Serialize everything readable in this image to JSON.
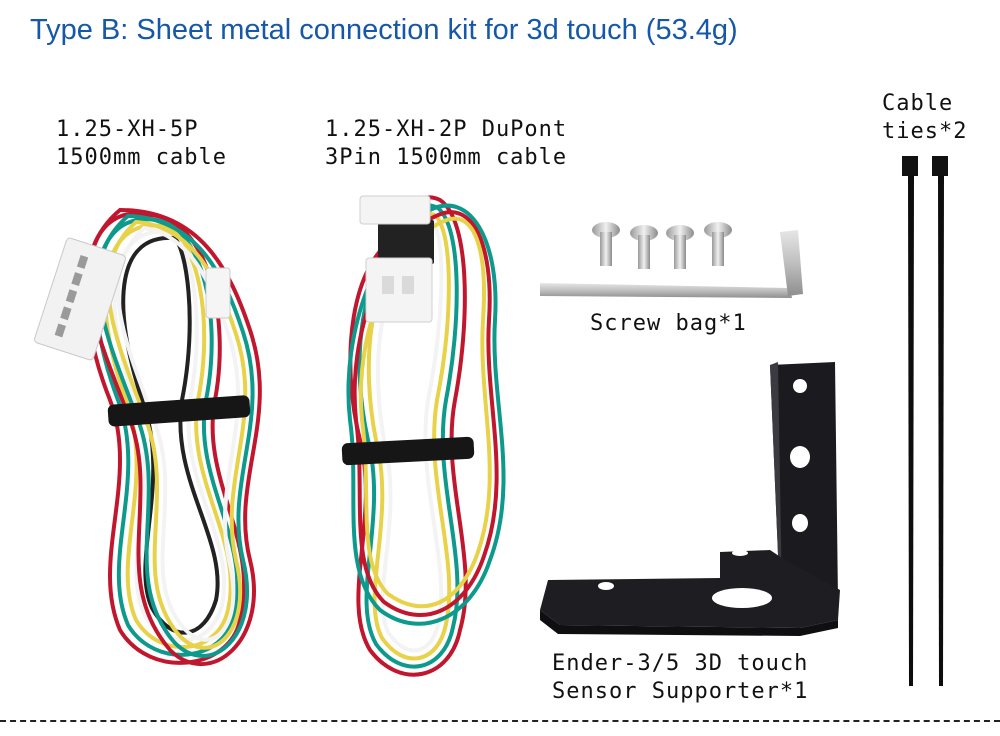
{
  "title": "Type B: Sheet metal connection kit for 3d touch (53.4g)",
  "items": {
    "cable_5p": {
      "line1": "1.25-XH-5P",
      "line2": "1500mm cable"
    },
    "cable_2p": {
      "line1": "1.25-XH-2P DuPont",
      "line2": "3Pin 1500mm cable"
    },
    "screw_bag": {
      "label": "Screw bag*1"
    },
    "bracket": {
      "line1": "Ender-3/5 3D touch",
      "line2": "Sensor Supporter*1"
    },
    "cable_ties": {
      "line1": "Cable",
      "line2": "ties*2"
    }
  },
  "colors": {
    "title": "#1658a8",
    "wire_colors": [
      "#c0172e",
      "#0d9a8c",
      "#e7d24a",
      "#f3f3f3",
      "#222222"
    ]
  }
}
